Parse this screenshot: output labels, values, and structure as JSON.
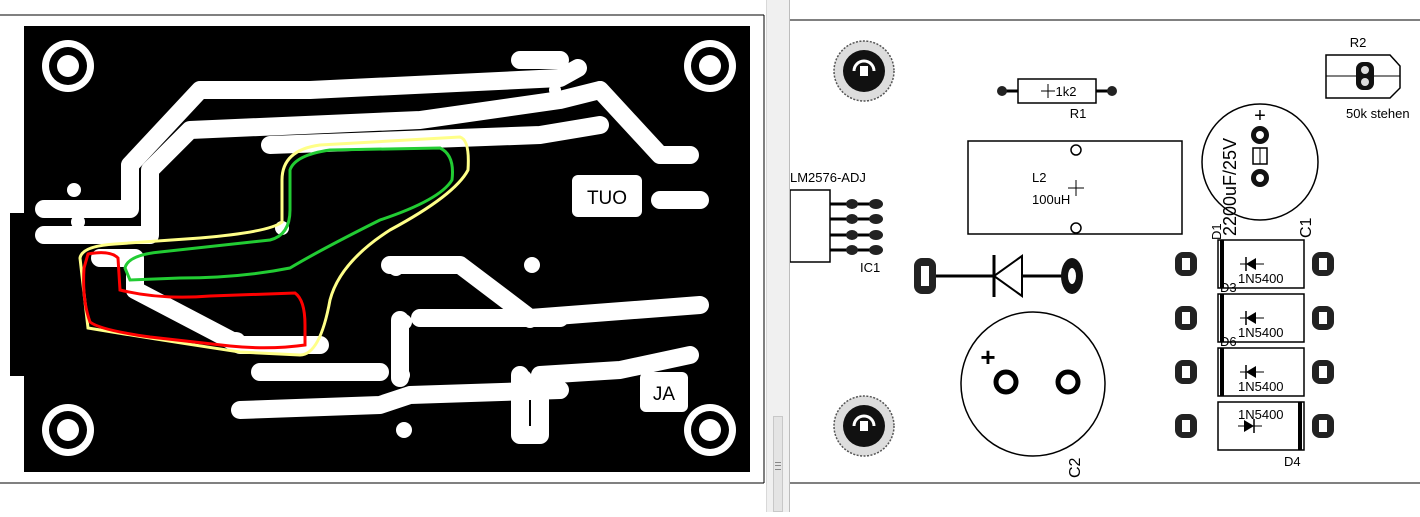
{
  "pcb_layout": {
    "mirrored_labels": {
      "out": "TUO",
      "in": "JA"
    }
  },
  "component_placement": {
    "r1": {
      "name": "R1",
      "value": "1k2"
    },
    "r2": {
      "name": "R2",
      "value": "50k stehen"
    },
    "ic1": {
      "name": "IC1",
      "value": "LM2576-ADJ"
    },
    "l2": {
      "name": "L2",
      "value": "100uH"
    },
    "c1": {
      "name": "C1",
      "value": "2200uF/25V"
    },
    "c2": {
      "name": "C2"
    },
    "d1": {
      "name": "D1",
      "value": "1N5400"
    },
    "d3": {
      "name": "D3",
      "value": "1N5400"
    },
    "d6": {
      "name": "D6",
      "value": "1N5400"
    },
    "d4": {
      "name": "D4",
      "value": "1N5400"
    }
  },
  "annotation_colors": {
    "red": "#ff0000",
    "green": "#22cc33",
    "yellow": "#ffff88"
  }
}
